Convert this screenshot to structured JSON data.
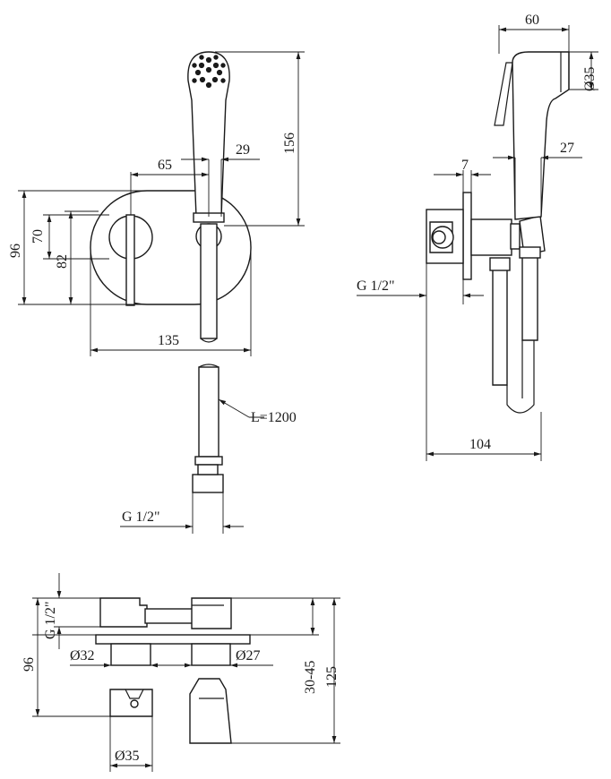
{
  "colors": {
    "line": "#1a1a1a",
    "background": "#ffffff"
  },
  "front_view": {
    "dim_65": "65",
    "dim_29": "29",
    "dim_156": "156",
    "dim_96": "96",
    "dim_70": "70",
    "dim_82": "82",
    "dim_135": "135"
  },
  "hose_view": {
    "dim_length": "L=1200",
    "dim_thread": "G 1/2\""
  },
  "side_view": {
    "dim_60": "60",
    "dim_d35": "Ø35",
    "dim_27": "27",
    "dim_7": "7",
    "dim_thread": "G 1/2\"",
    "dim_104": "104"
  },
  "bottom_view": {
    "dim_thread": "G 1/2\"",
    "dim_96": "96",
    "dim_d32": "Ø32",
    "dim_d27": "Ø27",
    "dim_30_45": "30-45",
    "dim_125": "125",
    "dim_d35": "Ø35"
  }
}
